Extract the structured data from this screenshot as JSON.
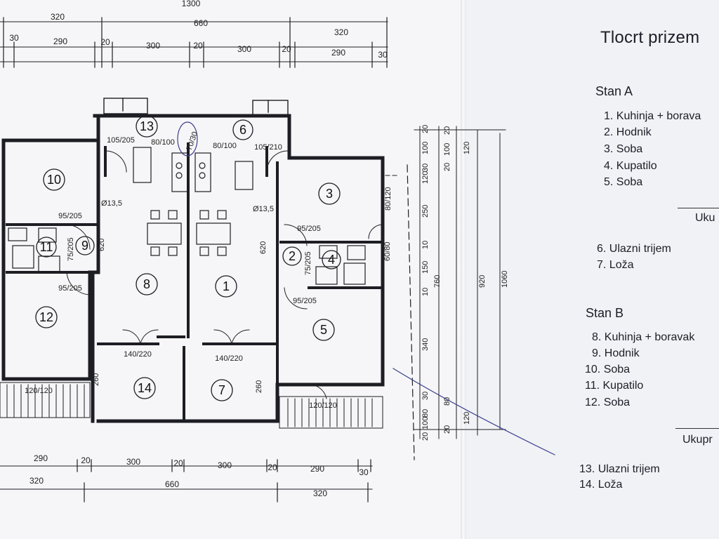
{
  "title": "Tlocrt prizem",
  "dims_top": {
    "total": "1300",
    "row1": [
      "320",
      "660",
      "320"
    ],
    "row2": [
      "30",
      "290",
      "20",
      "300",
      "20",
      "300",
      "20",
      "290",
      "30"
    ]
  },
  "dims_bottom": {
    "row1": [
      "290",
      "20",
      "300",
      "20",
      "300",
      "20",
      "290",
      "30"
    ],
    "row2": [
      "320",
      "660",
      "320"
    ]
  },
  "dims_right": {
    "col1": [
      "20",
      "100",
      "30",
      "120",
      "250",
      "10",
      "150",
      "10",
      "340",
      "30",
      "80",
      "100",
      "20"
    ],
    "col2": [
      "20",
      "100",
      "20",
      "80",
      "120",
      "20",
      "120"
    ],
    "col3": [
      "760"
    ],
    "col4": [
      "920"
    ],
    "col5": [
      "1060"
    ]
  },
  "rooms": [
    "13",
    "6",
    "10",
    "3",
    "11",
    "9",
    "2",
    "4",
    "8",
    "1",
    "12",
    "5",
    "14",
    "7"
  ],
  "doors": [
    "105/205",
    "80/100",
    "80/100",
    "105/210",
    "95/205",
    "95/205",
    "80/120",
    "75/205",
    "75/205",
    "60/80",
    "95/205",
    "95/205",
    "140/220",
    "140/220",
    "120/120",
    "120/120"
  ],
  "interior": {
    "wall_620_a": "620",
    "wall_620_b": "620",
    "wall_260_a": "260",
    "wall_260_b": "260",
    "vent_a": "Ø13,5",
    "vent_b": "Ø13,5",
    "hand_note": "70/30"
  },
  "stan_a": {
    "heading": "Stan A",
    "items": [
      "1. Kuhinja + borava",
      "2. Hodnik",
      "3. Soba",
      "4. Kupatilo",
      "5. Soba"
    ],
    "total": "Uku",
    "extras": [
      "6. Ulazni trijem",
      "7. Loža"
    ]
  },
  "stan_b": {
    "heading": "Stan B",
    "items": [
      "8. Kuhinja + boravak",
      "9. Hodnik",
      "10. Soba",
      "11. Kupatilo",
      "12. Soba"
    ],
    "total": "Ukupr",
    "extras": [
      "13. Ulazni trijem",
      "14. Loža"
    ]
  },
  "colors": {
    "ink": "#1d1d24",
    "paper": "#f6f6f8",
    "pencil": "#3a3f8a"
  }
}
